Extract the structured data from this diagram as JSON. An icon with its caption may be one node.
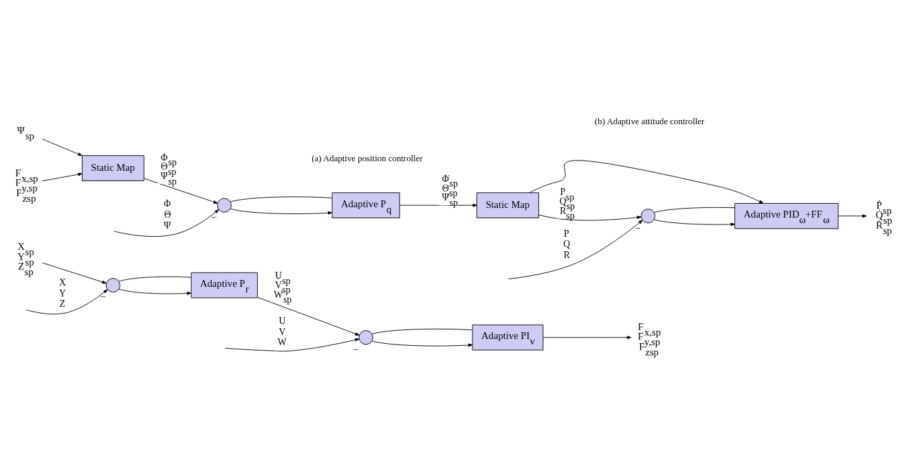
{
  "diagram": {
    "nodes": [
      {
        "text": [
          "X$_{sp}$",
          "Y$_{sp}$",
          "Z$_{sp}$"
        ]
      },
      {
        "text": [],
        "shape": "circle",
        "beside": [
          "−"
        ]
      },
      {
        "text": [
          "Adaptive P$_{r}$"
        ]
      },
      {
        "text": [],
        "shape": "circle",
        "beside": [
          "−"
        ]
      },
      {
        "text": [
          "Adaptive PI$_{v}$"
        ]
      },
      {
        "text": [
          "F$_{x,sp}$",
          "F$_{y,sp}$",
          "F$_{zsp}$"
        ]
      },
      {
        "text": [
          "Ψ$_{sp}$"
        ]
      },
      {
        "text": [
          "F$_{x,sp}$",
          "F$_{y,sp}$",
          "F$_{zsp}$"
        ]
      },
      {
        "text": [
          "Static Map"
        ]
      },
      {
        "text": [],
        "shape": "circle",
        "beside": [
          "−"
        ]
      },
      {
        "text": [
          "Adaptive P$_{q}$"
        ]
      },
      {
        "text": [
          "Static Map"
        ]
      },
      {
        "text": [],
        "shape": "circle",
        "beside": [
          "−"
        ]
      },
      {
        "text": [
          "Adaptive PID$_{ω}$+FF$_{ω}$"
        ]
      },
      {
        "text": [
          "Ṗ$_{sp}$",
          "Q̇$_{sp}$",
          "Ṙ$_{sp}$"
        ]
      }
    ],
    "edges": [
      {
        "from": 0,
        "to": 1,
        "arrow": "to"
      },
      {
        "from": null,
        "to": 1,
        "arrow": "to",
        "label": "X Y Z"
      },
      {
        "from": 1,
        "to": 2,
        "arrow": "to"
      },
      {
        "from": 1,
        "to": 2,
        "arrow": "none"
      },
      {
        "from": 2,
        "to": 3,
        "arrow": "to",
        "label": "U$_{sp}$ V$_{sp}$ W$_{sp}$"
      },
      {
        "from": null,
        "to": 3,
        "arrow": "to",
        "label": "U V W"
      },
      {
        "from": 3,
        "to": 4,
        "arrow": "to"
      },
      {
        "from": 3,
        "to": 4,
        "arrow": "none"
      },
      {
        "from": 4,
        "to": 5,
        "arrow": "to"
      },
      {
        "from": 7,
        "to": 8,
        "arrow": "to"
      },
      {
        "from": 6,
        "to": 8,
        "arrow": "to"
      },
      {
        "from": 8,
        "to": 9,
        "arrow": "to",
        "label": "Φ$_{sp}$ Θ$_{sp}$ Ψ$_{sp}$"
      },
      {
        "from": null,
        "to": 9,
        "arrow": "to",
        "label": "Φ Θ Ψ"
      },
      {
        "from": 9,
        "to": 10,
        "arrow": "to"
      },
      {
        "from": 9,
        "to": 10,
        "arrow": "none"
      },
      {
        "from": 10,
        "to": 11,
        "arrow": "to",
        "label": "Φ̇$_{sp}$ Θ̇$_{sp}$ Ψ̇$_{sp}$"
      },
      {
        "from": 11,
        "to": 12,
        "arrow": "to",
        "label": "P$_{sp}$ Q$_{sp}$ R$_{sp}$"
      },
      {
        "from": 11,
        "to": 13,
        "arrow": "to"
      },
      {
        "from": null,
        "to": 12,
        "arrow": "to",
        "label": "P Q R"
      },
      {
        "from": 12,
        "to": 13,
        "arrow": "to"
      },
      {
        "from": 12,
        "to": 13,
        "arrow": "none"
      },
      {
        "from": 13,
        "to": 14,
        "arrow": "to"
      }
    ],
    "labels": [
      "(a) Adaptive position controller",
      "(b) Adaptive attitude controller"
    ]
  }
}
